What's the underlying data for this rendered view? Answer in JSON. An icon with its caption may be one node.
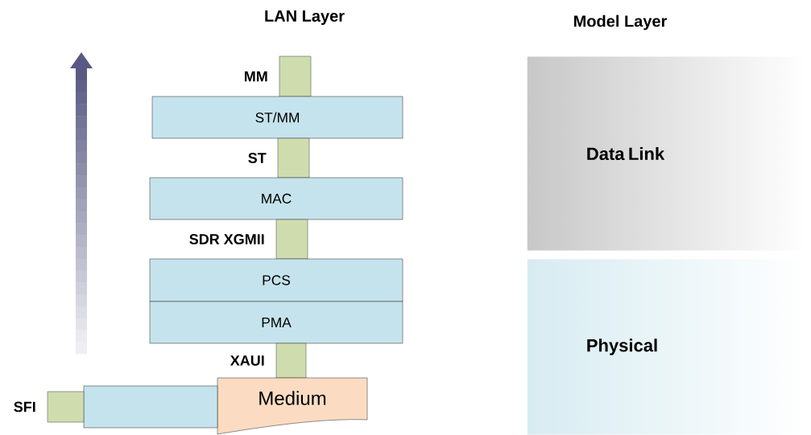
{
  "diagram": {
    "nodes": [
      {
        "text": [],
        "shape": "bar",
        "beside": [
          "MM"
        ]
      },
      {
        "text": [
          "ST/MM"
        ]
      },
      {
        "text": [],
        "shape": "bar",
        "beside": [
          "ST"
        ]
      },
      {
        "text": [
          "MAC"
        ]
      },
      {
        "text": [],
        "shape": "bar",
        "beside": [
          "SDR XGMII"
        ]
      },
      {
        "text": [
          "PCS"
        ]
      },
      {
        "text": [
          "PMA"
        ]
      },
      {
        "text": [],
        "shape": "bar",
        "beside": [
          "XAUI"
        ]
      },
      {
        "text": [
          "Medium"
        ]
      },
      {
        "text": [],
        "shape": "box"
      },
      {
        "text": [],
        "shape": "bar",
        "beside": [
          "SFI"
        ]
      },
      {
        "text": [
          "Data Link"
        ]
      },
      {
        "text": [
          "Physical"
        ]
      }
    ],
    "labels": [
      "LAN Layer",
      "Model Layer"
    ]
  }
}
